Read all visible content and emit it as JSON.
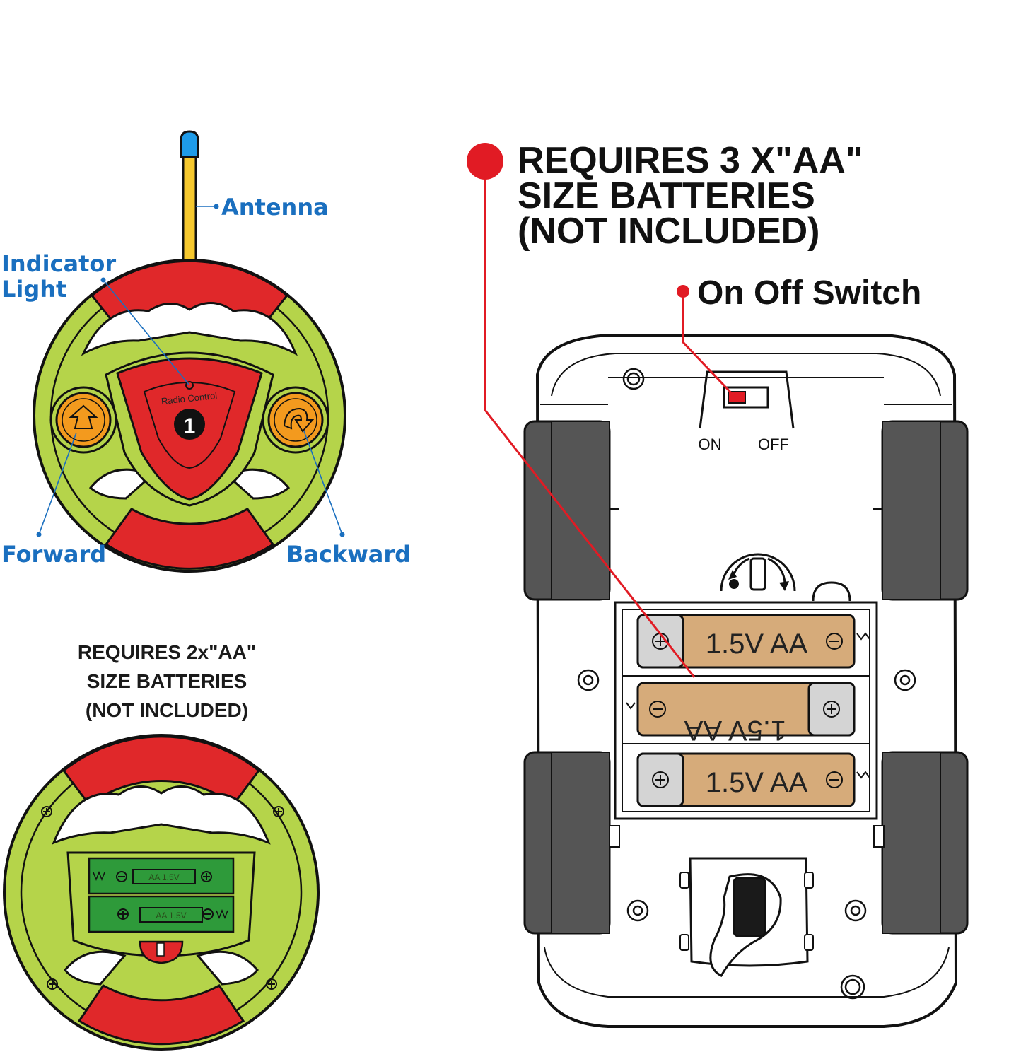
{
  "remote_top": {
    "labels": {
      "antenna": "Antenna",
      "indicator_line1": "Indicator",
      "indicator_line2": "Light",
      "forward": "Forward",
      "backward": "Backward"
    },
    "badge": {
      "text": "Radio Control",
      "number": "1"
    }
  },
  "remote_back": {
    "requirement": {
      "line1": "REQUIRES 2x\"AA\"",
      "line2": "SIZE BATTERIES",
      "line3": "(NOT INCLUDED)"
    },
    "battery_labels": [
      "AA 1.5V",
      "AA 1.5V"
    ]
  },
  "car": {
    "requirement": {
      "line1": "REQUIRES 3 X\"AA\"",
      "line2": "SIZE BATTERIES",
      "line3": "(NOT INCLUDED)"
    },
    "switch": {
      "title": "On Off Switch",
      "on": "ON",
      "off": "OFF"
    },
    "batteries": [
      "1.5V AA",
      "1.5V AA",
      "1.5V AA"
    ]
  },
  "colors": {
    "wheel_green": "#b5d44a",
    "wheel_red": "#e0282a",
    "button_orange": "#f39a1e",
    "label_blue": "#1a6fbf",
    "callout_red": "#e11b24",
    "battery_tan": "#d6ab7a",
    "battery_cap": "#d4d4d4",
    "tire_gray": "#555555",
    "pcb_green": "#2e9a3a"
  }
}
